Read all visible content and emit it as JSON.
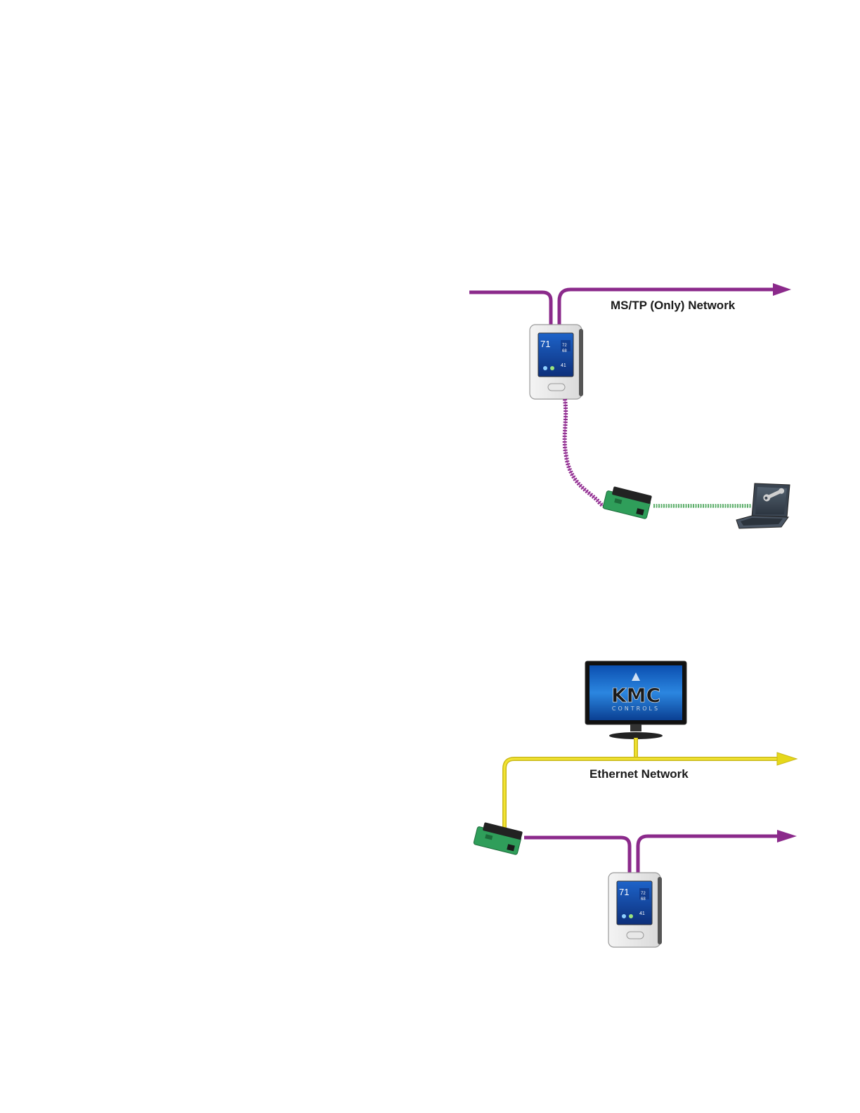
{
  "diagram1": {
    "network_label": "MS/TP (Only) Network",
    "network_color": "#8b2a8b",
    "usb_cable_color": "#3a9a4a"
  },
  "diagram2": {
    "network_label": "Ethernet Network",
    "ethernet_color": "#e6d81a",
    "mstp_color": "#8b2a8b",
    "monitor_logo_text": "KMC",
    "monitor_logo_subtext": "CONTROLS"
  },
  "thermostat_screen": {
    "temp": "71",
    "val_a": "72",
    "val_b": "68",
    "val_c": "41"
  },
  "icons": [
    "thermostat-icon",
    "communicator-icon",
    "laptop-icon",
    "wrench-icon",
    "monitor-icon",
    "router-icon"
  ]
}
